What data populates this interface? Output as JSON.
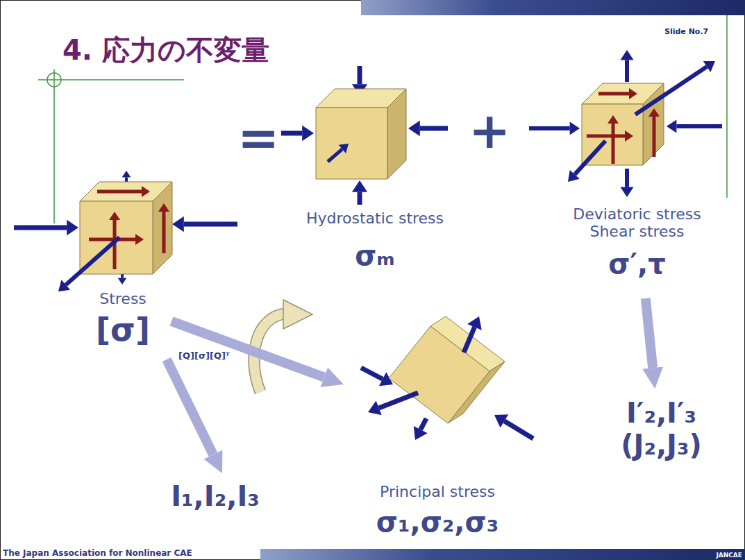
{
  "diagram": {
    "title": "4. 応力の不変量",
    "nodes": [
      {
        "text": [
          "Stress",
          "[σ]"
        ]
      },
      {
        "text": [
          "Hydrostatic stress",
          "σₘ"
        ]
      },
      {
        "text": [
          "Deviatoric stress Shear stress",
          "σ′,τ"
        ]
      },
      {
        "text": [
          "Principal stress",
          "σ₁,σ₂,σ₃"
        ]
      },
      {
        "text": [
          "I₁,I₂,I₃"
        ]
      },
      {
        "text": [
          "I′₂,I′₃ (J₂,J₃)"
        ]
      }
    ],
    "edges": [
      {
        "from": 0,
        "to": 4,
        "arrow": "to"
      },
      {
        "from": 0,
        "to": 3,
        "arrow": "to",
        "label": "[Q][σ][Q]ᵀ"
      },
      {
        "from": 2,
        "to": 5,
        "arrow": "to"
      }
    ],
    "labels": [
      "Slide No.7",
      "=",
      "+",
      "The Japan Association for Nonlinear CAE",
      "JANCAE"
    ]
  }
}
